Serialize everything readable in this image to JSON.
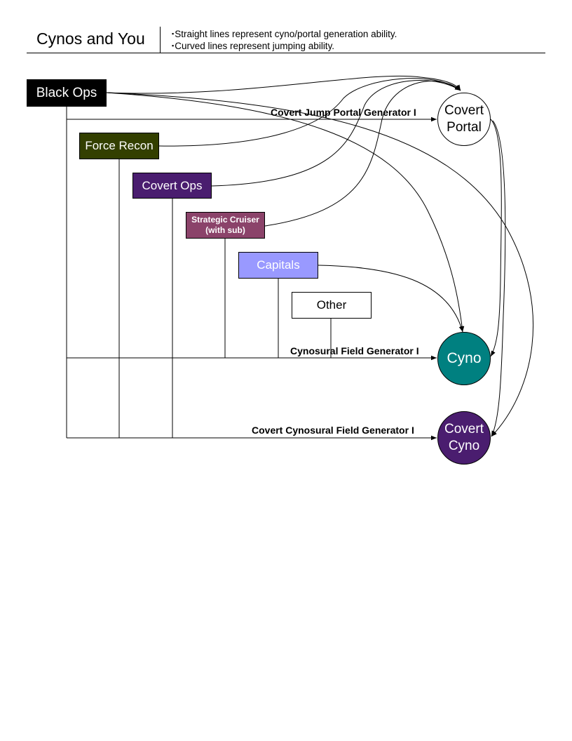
{
  "header": {
    "title": "Cynos and You",
    "legend": [
      "Straight lines represent cyno/portal generation ability.",
      "Curved lines represent jumping ability."
    ]
  },
  "ships": [
    {
      "id": "black-ops",
      "label": "Black Ops",
      "color": "#000000",
      "text_color": "#ffffff"
    },
    {
      "id": "force-recon",
      "label": "Force Recon",
      "color": "#333f00",
      "text_color": "#ffffff"
    },
    {
      "id": "covert-ops",
      "label": "Covert Ops",
      "color": "#4a1d6f",
      "text_color": "#ffffff"
    },
    {
      "id": "strategic-cruiser",
      "label": "Strategic Cruiser (with sub)",
      "label_line1": "Strategic Cruiser",
      "label_line2": "(with sub)",
      "color": "#8b436a",
      "text_color": "#ffffff"
    },
    {
      "id": "capitals",
      "label": "Capitals",
      "color": "#9999ff",
      "text_color": "#ffffff"
    },
    {
      "id": "other",
      "label": "Other",
      "color": "#ffffff",
      "text_color": "#000000"
    }
  ],
  "targets": [
    {
      "id": "covert-portal",
      "label_line1": "Covert",
      "label_line2": "Portal",
      "color": "#ffffff",
      "text_color": "#000000"
    },
    {
      "id": "cyno",
      "label_line1": "Cyno",
      "label_line2": "",
      "color": "#008080",
      "text_color": "#ffffff"
    },
    {
      "id": "covert-cyno",
      "label_line1": "Covert",
      "label_line2": "Cyno",
      "color": "#4a1d6f",
      "text_color": "#ffffff"
    }
  ],
  "generators": [
    {
      "label": "Covert Jump Portal Generator I",
      "from": [
        "black-ops"
      ],
      "to": "covert-portal"
    },
    {
      "label": "Cynosural Field Generator I",
      "from": [
        "black-ops",
        "force-recon",
        "covert-ops",
        "strategic-cruiser",
        "capitals",
        "other"
      ],
      "to": "cyno"
    },
    {
      "label": "Covert Cynosural Field Generator I",
      "from": [
        "black-ops",
        "force-recon",
        "covert-ops"
      ],
      "to": "covert-cyno"
    }
  ],
  "jumps": [
    {
      "from": "black-ops",
      "to": "covert-portal"
    },
    {
      "from": "black-ops",
      "to": "cyno"
    },
    {
      "from": "black-ops",
      "to": "covert-cyno"
    },
    {
      "from": "force-recon",
      "to": "covert-portal"
    },
    {
      "from": "covert-ops",
      "to": "covert-portal"
    },
    {
      "from": "strategic-cruiser",
      "to": "covert-portal"
    },
    {
      "from": "capitals",
      "to": "cyno"
    },
    {
      "from": "covert-portal",
      "to": "cyno"
    },
    {
      "from": "covert-portal",
      "to": "covert-cyno"
    }
  ]
}
